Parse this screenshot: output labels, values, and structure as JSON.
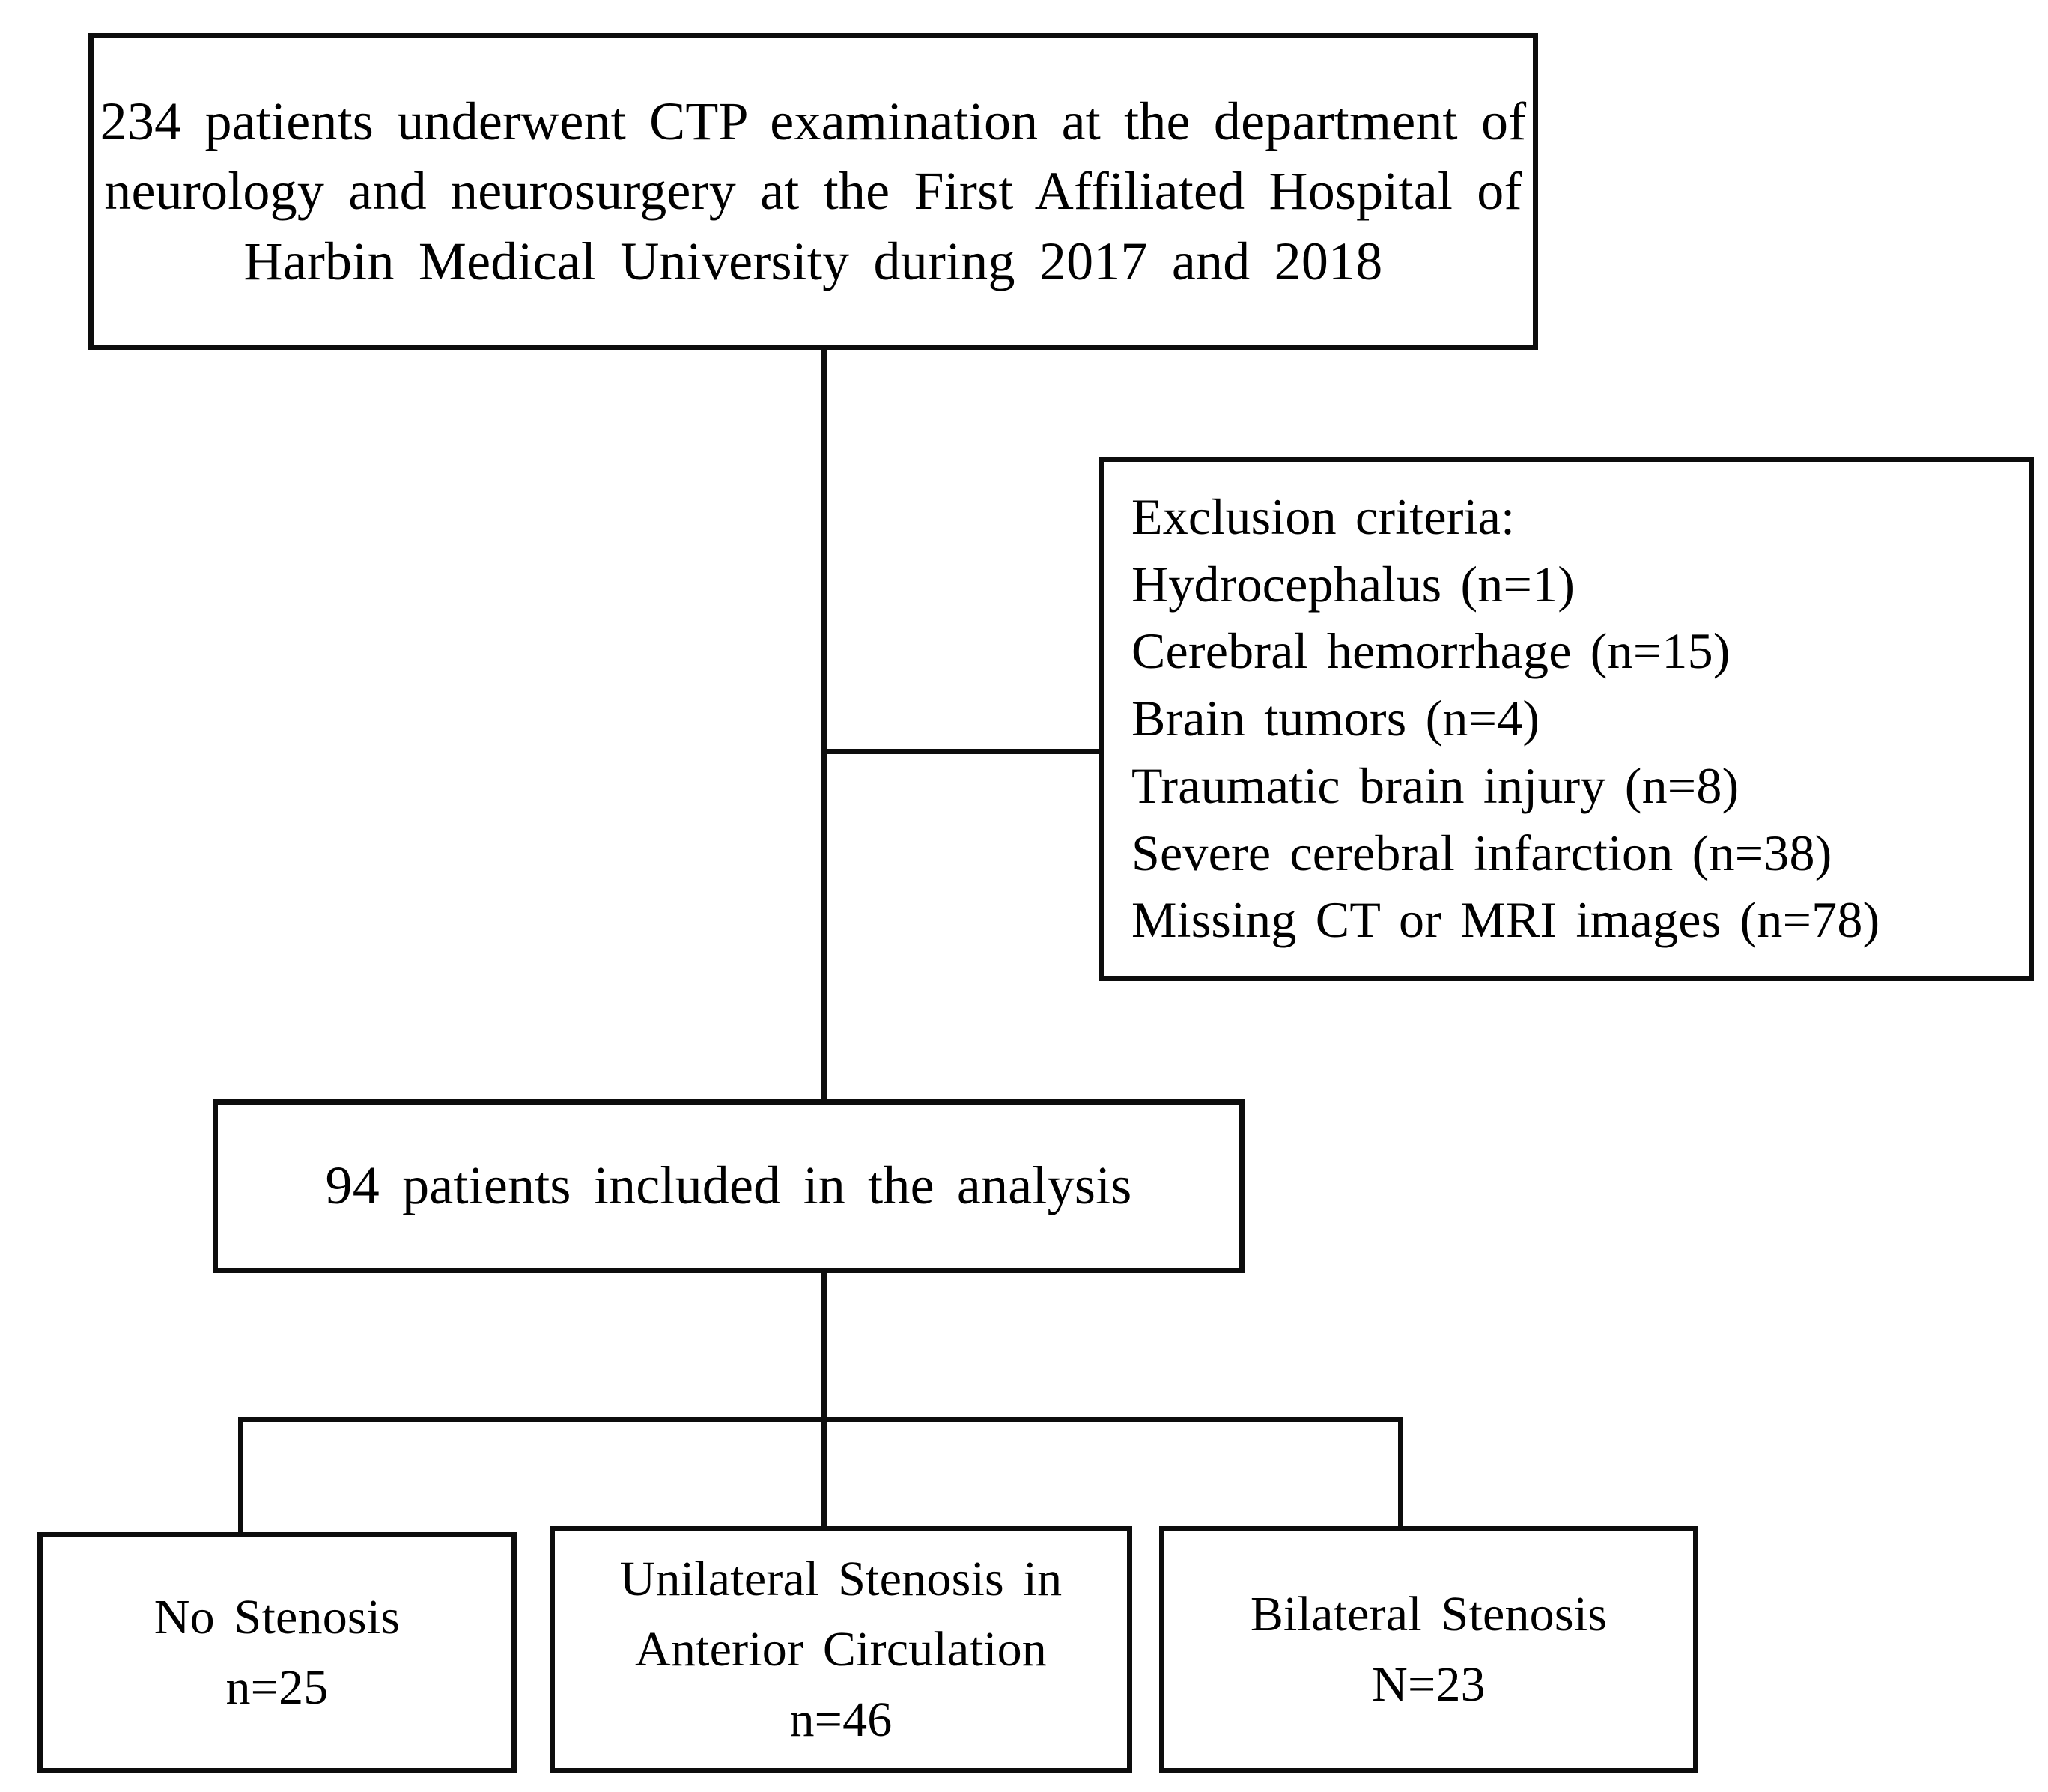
{
  "figure": {
    "type": "flowchart",
    "orientation": "top-to-bottom",
    "accent_color": "#0d0d0d",
    "background_color": "#ffffff"
  },
  "enrollment": {
    "lines": [
      "234 patients underwent  CTP examination  at the department  of",
      "neurology  and neurosurgery  at the First Affiliated  Hospital  of",
      "Harbin  Medical  University  during  2017 and 2018"
    ],
    "total_patients": "234",
    "years": "2017 and 2018"
  },
  "exclusion": {
    "heading": "Exclusion  criteria:",
    "items": [
      "Hydrocephalus  (n=1)",
      "Cerebral hemorrhage  (n=15)",
      "Brain  tumors  (n=4)",
      "Traumatic  brain  injury  (n=8)",
      "Severe cerebral infarction  (n=38)",
      "Missing  CT or MRI images  (n=78)"
    ],
    "counts": {
      "hydrocephalus": "1",
      "cerebral_hemorrhage": "15",
      "brain_tumors": "4",
      "traumatic_brain_injury": "8",
      "severe_cerebral_infarction": "38",
      "missing_ct_or_mri_images": "78"
    }
  },
  "included": {
    "line": "94 patients  included  in the analysis",
    "count": "94"
  },
  "groups": [
    {
      "line1": "No Stenosis",
      "line2": "n=25",
      "count": "25"
    },
    {
      "line1": "Unilateral  Stenosis  in",
      "line2": "Anterior  Circulation",
      "line3": "n=46",
      "count": "46"
    },
    {
      "line1": "Bilateral  Stenosis",
      "line2": "N=23",
      "count": "23"
    }
  ]
}
